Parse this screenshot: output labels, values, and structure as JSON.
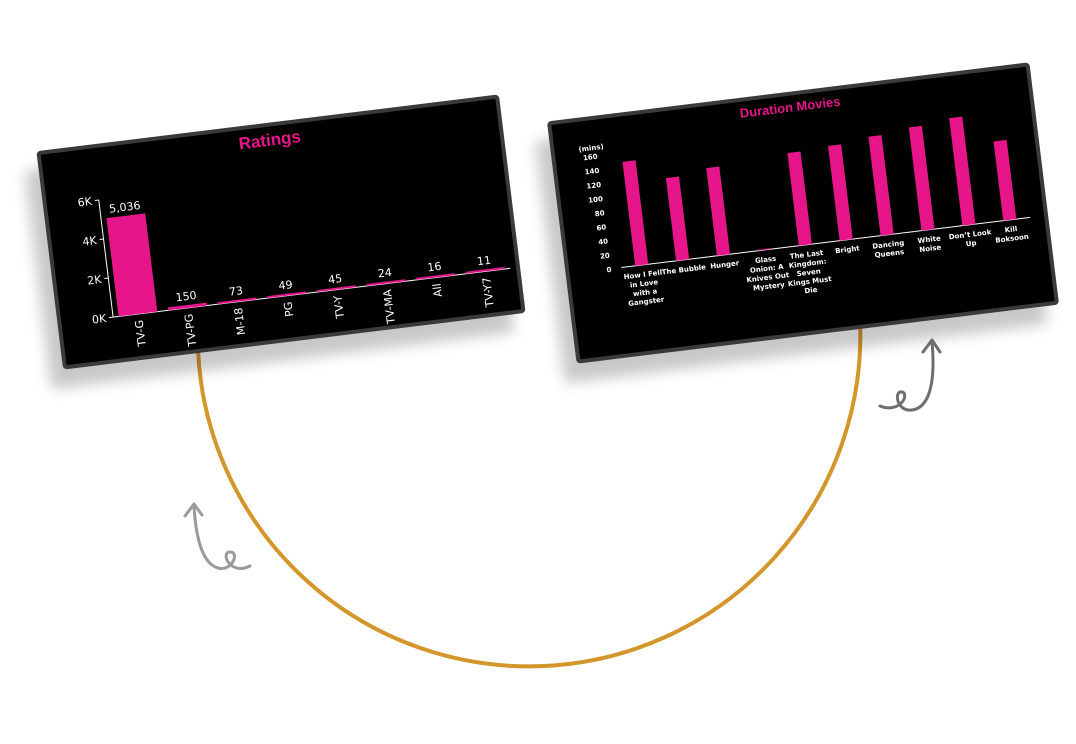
{
  "chart_data": [
    {
      "type": "bar",
      "title": "Ratings",
      "categories": [
        "TV-G",
        "TV-PG",
        "M-18",
        "PG",
        "TV-Y",
        "TV-MA",
        "All",
        "TV-Y7"
      ],
      "values": [
        5036,
        150,
        73,
        49,
        45,
        24,
        16,
        11
      ],
      "data_labels": [
        "5,036",
        "150",
        "73",
        "49",
        "45",
        "24",
        "16",
        "11"
      ],
      "yticks": [
        "0K",
        "2K",
        "4K",
        "6K"
      ],
      "ylim": [
        0,
        6000
      ],
      "bar_color": "#e6168a"
    },
    {
      "type": "bar",
      "title": "Duration Movies",
      "ylabel": "(mins)",
      "categories": [
        "How I Fell in Love with a Gangster",
        "The Bubble",
        "Hunger",
        "Glass Onion: A Knives Out Mystery",
        "The Last Kingdom: Seven Kings Must Die",
        "Bright",
        "Dancing Queens",
        "White Noise",
        "Don’t Look Up",
        "Kill Boksoon"
      ],
      "category_lines": [
        [
          "How I Fell",
          "in Love",
          "with a",
          "Gangster"
        ],
        [
          "The Bubble"
        ],
        [
          "Hunger"
        ],
        [
          "Glass",
          "Onion: A",
          "Knives Out",
          "Mystery"
        ],
        [
          "The Last",
          "Kingdom:",
          "Seven",
          "Kings Must",
          "Die"
        ],
        [
          "Bright"
        ],
        [
          "Dancing",
          "Queens"
        ],
        [
          "White",
          "Noise"
        ],
        [
          "Don’t Look",
          "Up"
        ],
        [
          "Kill",
          "Boksoon"
        ]
      ],
      "values": [
        147,
        117,
        124,
        0,
        131,
        134,
        140,
        146,
        152,
        112
      ],
      "yticks": [
        "0",
        "20",
        "40",
        "60",
        "80",
        "100",
        "120",
        "140",
        "160"
      ],
      "ylim": [
        0,
        160
      ],
      "bar_color": "#e6168a"
    }
  ],
  "colors": {
    "accent": "#e6168a",
    "arc": "#d4962a",
    "doodle": "#9a9a9a",
    "panel_bg": "#000000"
  }
}
